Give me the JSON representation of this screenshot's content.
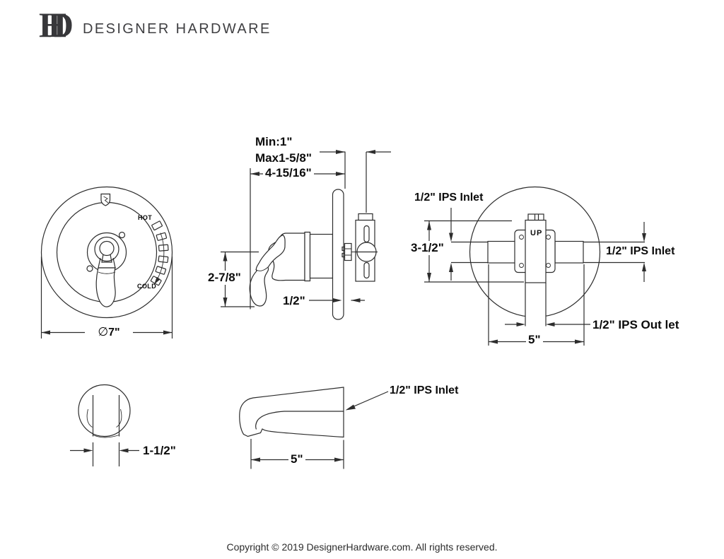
{
  "header": {
    "monogram_h": "H",
    "monogram_d": "D",
    "brand": "DESIGNER HARDWARE"
  },
  "trim_front": {
    "hot": "HOT",
    "cold": "COLD",
    "diameter_symbol": "∅",
    "diameter": "7\""
  },
  "valve_side": {
    "min": "Min:1\"",
    "max": "Max1-5/8\"",
    "depth": "4-15/16\"",
    "handle_drop": "2-7/8\"",
    "plate_gap": "1/2\""
  },
  "rough_in": {
    "inlet_top": "1/2\" IPS Inlet",
    "inlet_right": "1/2\" IPS Inlet",
    "outlet": "1/2\" IPS Out let",
    "height": "3-1/2\"",
    "width": "5\"",
    "up": "UP"
  },
  "knob_front": {
    "width": "1-1/2\""
  },
  "spout_side": {
    "inlet": "1/2\" IPS Inlet",
    "length": "5\""
  },
  "footer": {
    "copyright": "Copyright © 2019 DesignerHardware.com. All rights reserved."
  },
  "colors": {
    "line": "#2d2d2d",
    "text": "#0c0c0c",
    "brand_text": "#3f3f42"
  }
}
